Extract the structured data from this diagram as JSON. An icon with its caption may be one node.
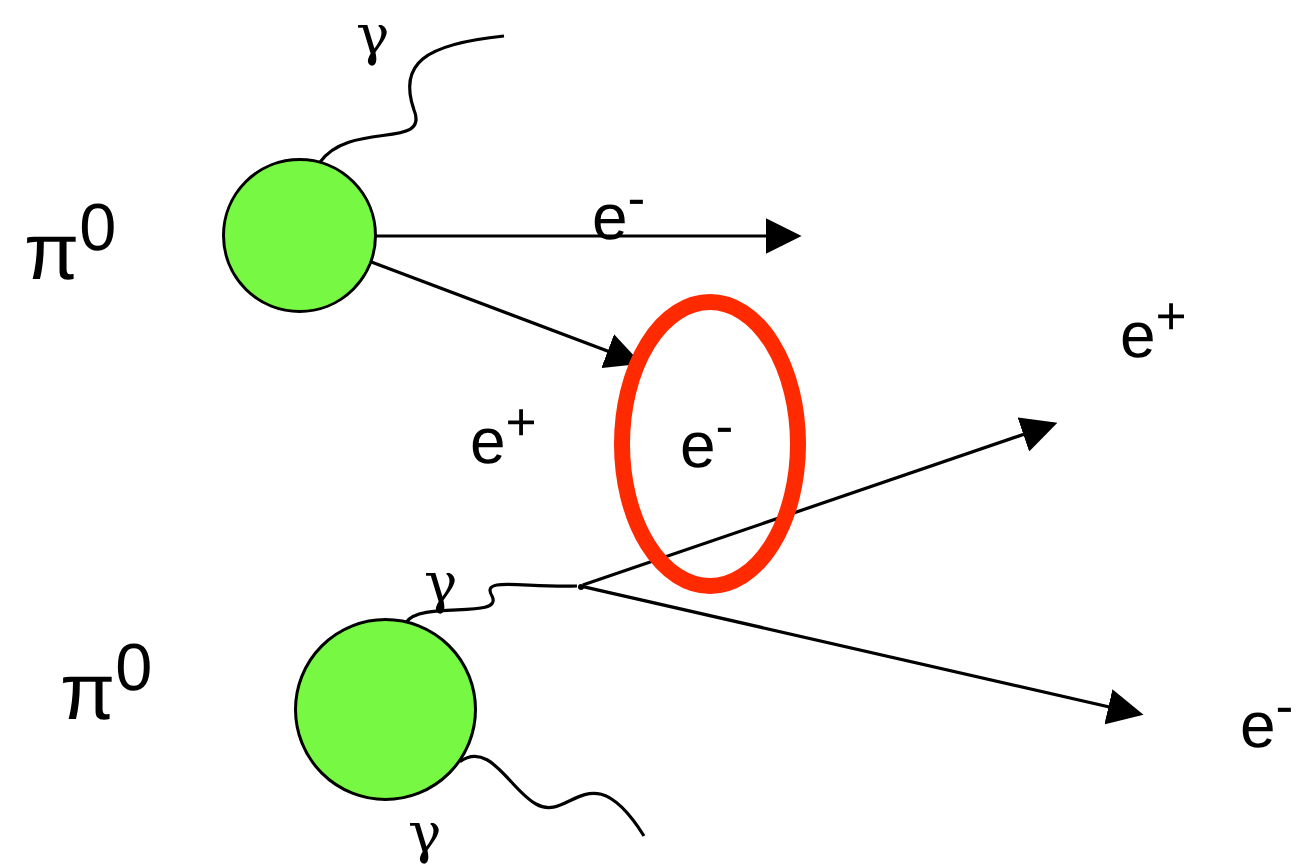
{
  "diagram": {
    "nodes": [
      {
        "text": [],
        "shape": "circle",
        "beside": [
          "π$^{0}$"
        ]
      },
      {
        "text": [],
        "shape": "circle",
        "beside": [
          "π$^{0}$"
        ]
      },
      {
        "text": [
          "e$^{-}$"
        ]
      },
      {
        "text": [],
        "shape": "point"
      }
    ],
    "edges": [
      {
        "from": 0,
        "to": null,
        "arrow": "none",
        "label": "γ"
      },
      {
        "from": 0,
        "to": null,
        "arrow": "to",
        "label": "e$^{-}$"
      },
      {
        "from": 0,
        "to": 2,
        "arrow": "to",
        "label": "e$^{+}$"
      },
      {
        "from": 1,
        "to": 3,
        "arrow": "none",
        "label": "γ"
      },
      {
        "from": 3,
        "to": null,
        "arrow": "to",
        "label": "e$^{+}$"
      },
      {
        "from": 3,
        "to": null,
        "arrow": "to",
        "label": "e$^{-}$"
      },
      {
        "from": 1,
        "to": null,
        "arrow": "none",
        "label": "γ"
      }
    ]
  }
}
